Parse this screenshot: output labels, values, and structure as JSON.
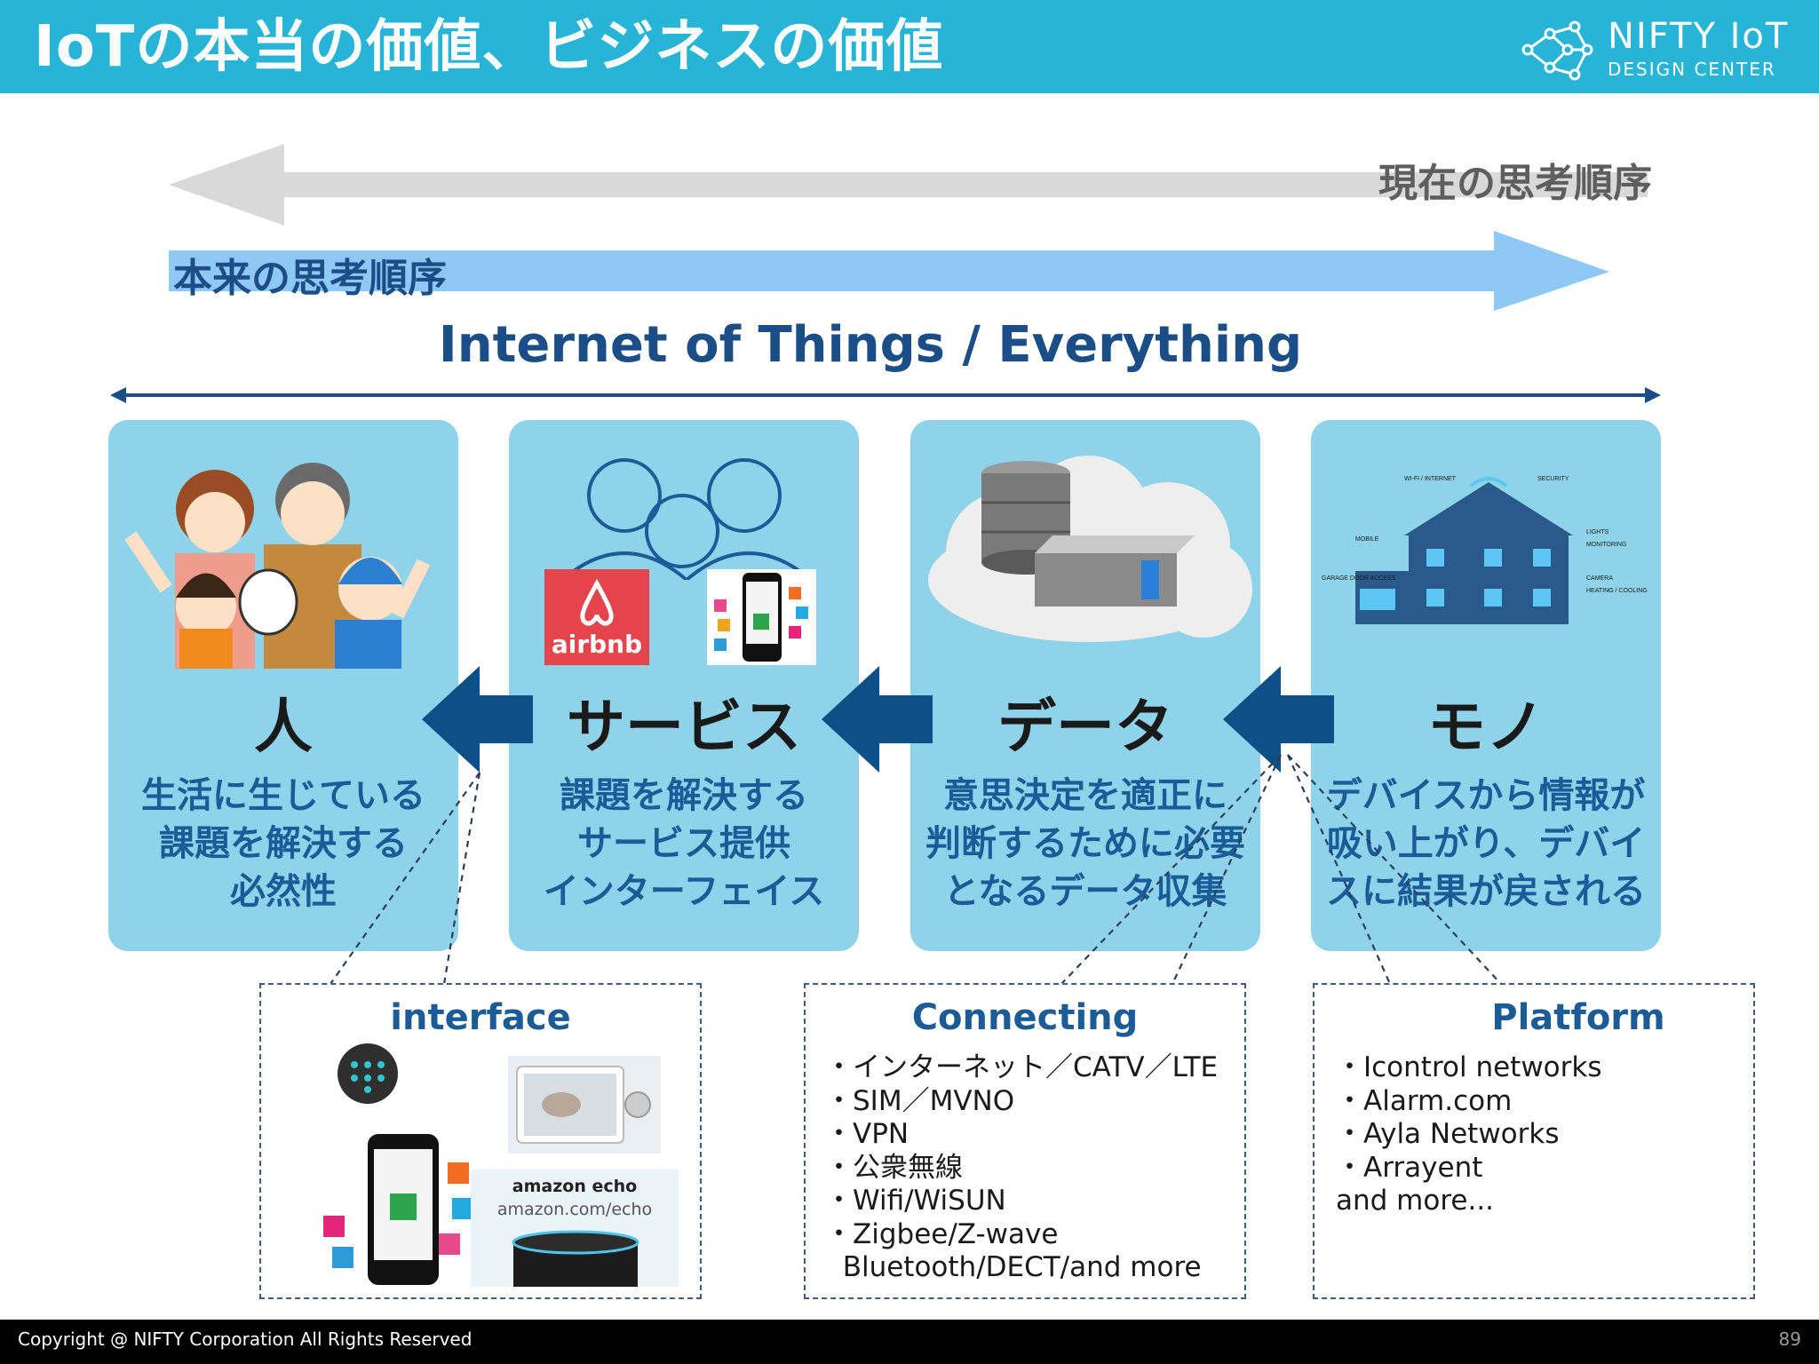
{
  "header": {
    "title": "IoTの本当の価値、ビジネスの価値",
    "logo_line1": "NIFTY IoT",
    "logo_line2": "DESIGN CENTER"
  },
  "flow": {
    "current_order_label": "現在の思考順序",
    "ideal_order_label": "本来の思考順序",
    "iot_title": "Internet of Things / Everything"
  },
  "cards": [
    {
      "title": "人",
      "desc": [
        "生活に生じている",
        "課題を解決する",
        "必然性"
      ]
    },
    {
      "title": "サービス",
      "desc": [
        "課題を解決する",
        "サービス提供",
        "インターフェイス"
      ],
      "logo_text": "airbnb"
    },
    {
      "title": "データ",
      "desc": [
        "意思決定を適正に",
        "判断するために必要",
        "となるデータ収集"
      ]
    },
    {
      "title": "モノ",
      "desc": [
        "デバイスから情報が",
        "吸い上がり、デバイ",
        "スに結果が戻される"
      ],
      "house_labels": [
        "WI-FI / INTERNET",
        "SECURITY",
        "MOBILE",
        "LIGHTS",
        "MONITORING",
        "GARAGE DOOR ACCESS",
        "CAMERA",
        "HEATING / COOLING"
      ]
    }
  ],
  "interface_box": {
    "title": "interface",
    "echo_brand": "amazon echo",
    "echo_url": "amazon.com/echo"
  },
  "connecting_box": {
    "title": "Connecting",
    "items": [
      "・インターネット／CATV／LTE",
      "・SIM／MVNO",
      "・VPN",
      "・公衆無線",
      "・Wifi/WiSUN",
      "・Zigbee/Z-wave",
      "  Bluetooth/DECT/and more"
    ]
  },
  "platform_box": {
    "title": "Platform",
    "items": [
      "・Icontrol networks",
      "・Alarm.com",
      "・Ayla Networks",
      "・Arrayent",
      "and more..."
    ]
  },
  "footer": {
    "copyright": "Copyright @ NIFTY Corporation All Rights Reserved",
    "page_number": "89"
  },
  "colors": {
    "header_bg": "#27b4d7",
    "card_bg": "#8fd3ea",
    "dark_blue": "#1b4e87",
    "arrow_blue": "#0d4f86"
  }
}
